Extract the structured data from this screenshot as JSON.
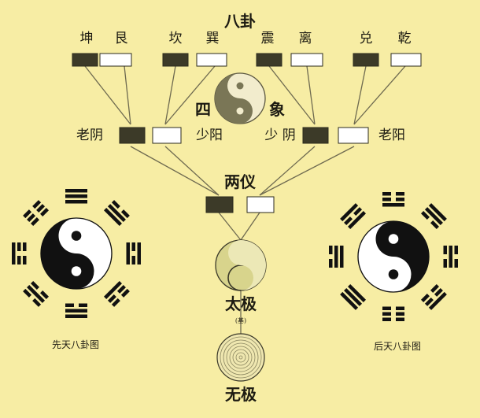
{
  "diagram": {
    "title_bagua": "八卦",
    "trigram_names": [
      "坤",
      "艮",
      "坎",
      "巽",
      "震",
      "离",
      "兑",
      "乾"
    ],
    "sixiang_left_char": "四",
    "sixiang_right_char": "象",
    "sixiang_labels": [
      "老阴",
      "少阳",
      "少 阴",
      "老阳"
    ],
    "liangyi": "两仪",
    "taiji": "太极",
    "taiji_note": "(基)",
    "wuji": "无极",
    "xiantian_caption": "先天八卦图",
    "houtian_caption": "后天八卦图"
  },
  "colors": {
    "background": "#f7eda4",
    "yin_block": "#3c3a28",
    "yang_block": "#ffffff",
    "line": "#6e6a50",
    "ink": "#1d1b12",
    "taiji_fill": "#d8d48c"
  },
  "icons": [
    "yin-yang-icon",
    "trigram-icon",
    "concentric-circle-icon"
  ]
}
